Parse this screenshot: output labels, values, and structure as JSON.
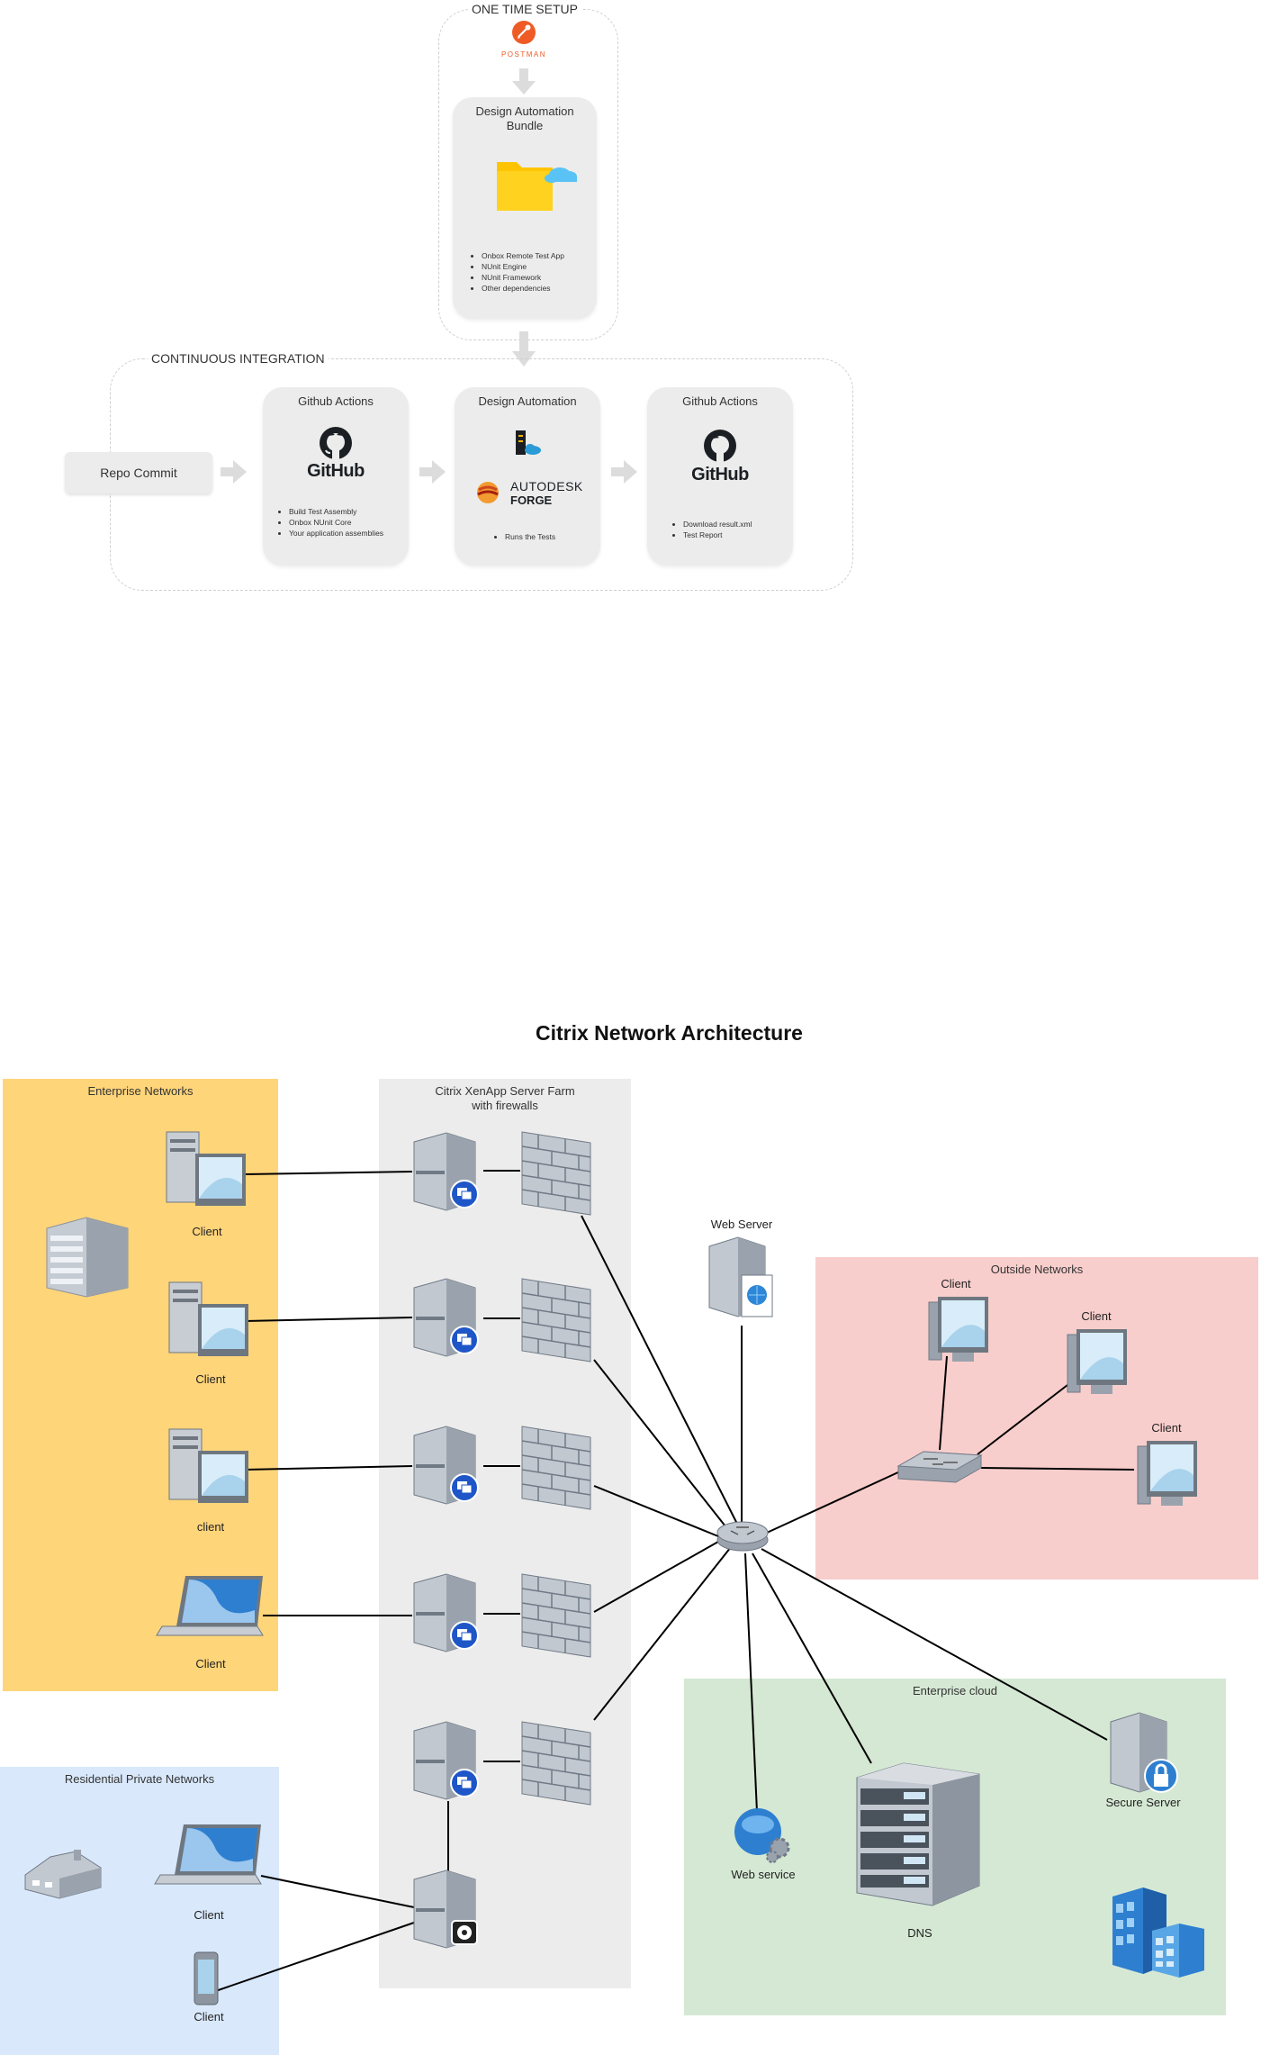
{
  "one_time_setup": {
    "label": "ONE TIME SETUP",
    "postman_logo_text": "POSTMAN",
    "bundle_card": {
      "title_line1": "Design Automation",
      "title_line2": "Bundle",
      "items": [
        "Onbox Remote Test App",
        "NUnit Engine",
        "NUnit Framework",
        "Other dependencies"
      ]
    }
  },
  "continuous_integration": {
    "label": "CONTINUOUS INTEGRATION",
    "repo_commit": "Repo Commit",
    "card_build": {
      "title": "Github Actions",
      "logo_text": "GitHub",
      "items": [
        "Build Test Assembly",
        "Onbox NUnit Core",
        "Your application assemblies"
      ]
    },
    "card_da": {
      "title": "Design Automation",
      "forge_line1": "AUTODESK",
      "forge_line2": "FORGE",
      "items": [
        "Runs the Tests"
      ]
    },
    "card_report": {
      "title": "Github Actions",
      "logo_text": "GitHub",
      "items": [
        "Download result.xml",
        "Test Report"
      ]
    }
  },
  "network": {
    "title": "Citrix Network Architecture",
    "zones": {
      "enterprise": {
        "label": "Enterprise Networks",
        "color": "#ffd57a"
      },
      "server_farm": {
        "label_line1": "Citrix XenApp Server Farm",
        "label_line2": "with firewalls",
        "color": "#ececec"
      },
      "residential": {
        "label": "Residential Private Networks",
        "color": "#d9e8fb"
      },
      "outside": {
        "label": "Outside Networks",
        "color": "#f8cecc"
      },
      "cloud": {
        "label": "Enterprise cloud",
        "color": "#d5e8d4"
      }
    },
    "labels": {
      "client1": "Client",
      "client2": "Client",
      "client3": "client",
      "client4": "Client",
      "res_client1": "Client",
      "res_client2": "Client",
      "web_server": "Web Server",
      "out_client1": "Client",
      "out_client2": "Client",
      "out_client3": "Client",
      "secure_server": "Secure Server",
      "web_service": "Web service",
      "dns": "DNS"
    }
  }
}
